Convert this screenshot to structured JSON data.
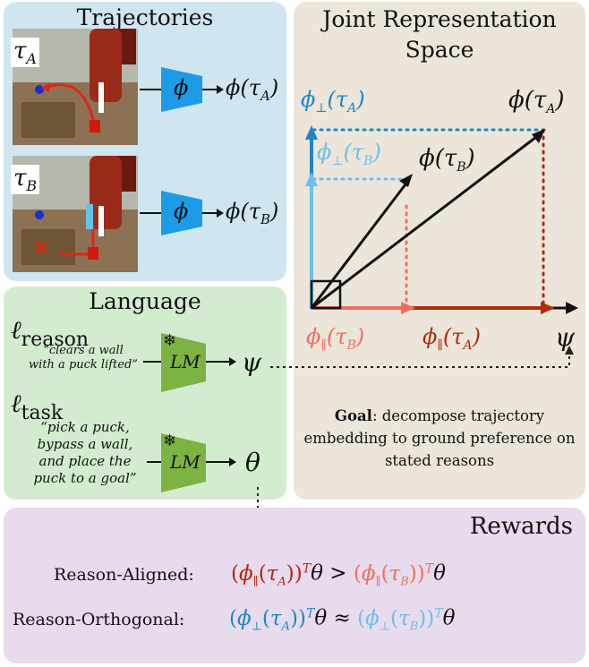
{
  "trajectories": {
    "title": "Trajectories",
    "tau_a": "τ",
    "tau_a_sub": "A",
    "tau_b": "τ",
    "tau_b_sub": "B",
    "encoder_label": "ϕ",
    "phi_a": "ϕ(τ",
    "phi_a_sub": "A",
    "phi_b": "ϕ(τ",
    "phi_b_sub": "B",
    "close": ")"
  },
  "language": {
    "title": "Language",
    "reason_symbol": "ℓ",
    "reason_sub": "reason",
    "reason_quote_1": "“clears a wall",
    "reason_quote_2": "with a puck lifted”",
    "task_symbol": "ℓ",
    "task_sub": "task",
    "task_quote_1": "“pick a puck,",
    "task_quote_2": "bypass a wall,",
    "task_quote_3": "and place the",
    "task_quote_4": "puck to a goal”",
    "lm_label": "LM",
    "psi": "ψ",
    "theta": "θ",
    "frozen_icon": "snowflake-icon"
  },
  "joint": {
    "title_line1": "Joint Representation",
    "title_line2": "Space",
    "perp_a": "ϕ",
    "perp_a_sub": "⊥",
    "perp_a_arg": "(τ",
    "perp_a_arg_sub": "A",
    "perp_b": "ϕ",
    "perp_b_sub": "⊥",
    "perp_b_arg": "(τ",
    "perp_b_arg_sub": "B",
    "vec_a": "ϕ(τ",
    "vec_a_sub": "A",
    "vec_b": "ϕ(τ",
    "vec_b_sub": "B",
    "par_b": "ϕ",
    "par_b_sub": "∥",
    "par_b_arg": "(τ",
    "par_b_arg_sub": "B",
    "par_a": "ϕ",
    "par_a_sub": "∥",
    "par_a_arg": "(τ",
    "par_a_arg_sub": "A",
    "psi_axis": "ψ",
    "close": ")",
    "goal_bold": "Goal",
    "goal_rest": ": decompose trajectory embedding to ground preference on stated reasons"
  },
  "rewards": {
    "title": "Rewards",
    "aligned_label": "Reason-Aligned:",
    "orthogonal_label": "Reason-Orthogonal:",
    "gt": ">",
    "approx": "≈",
    "theta": "θ",
    "sup_t": "T"
  },
  "colors": {
    "blue_encoder": "#1e9be6",
    "lm_green": "#7cb342",
    "dark_red": "#b22a10",
    "light_red": "#f07060",
    "dark_blue": "#1c86c9",
    "light_blue": "#6cc0ec",
    "panel_blue": "#cfe6f1",
    "panel_green": "#d3ecd0",
    "panel_tan": "#ece5d9",
    "panel_purple": "#e9dbee"
  }
}
